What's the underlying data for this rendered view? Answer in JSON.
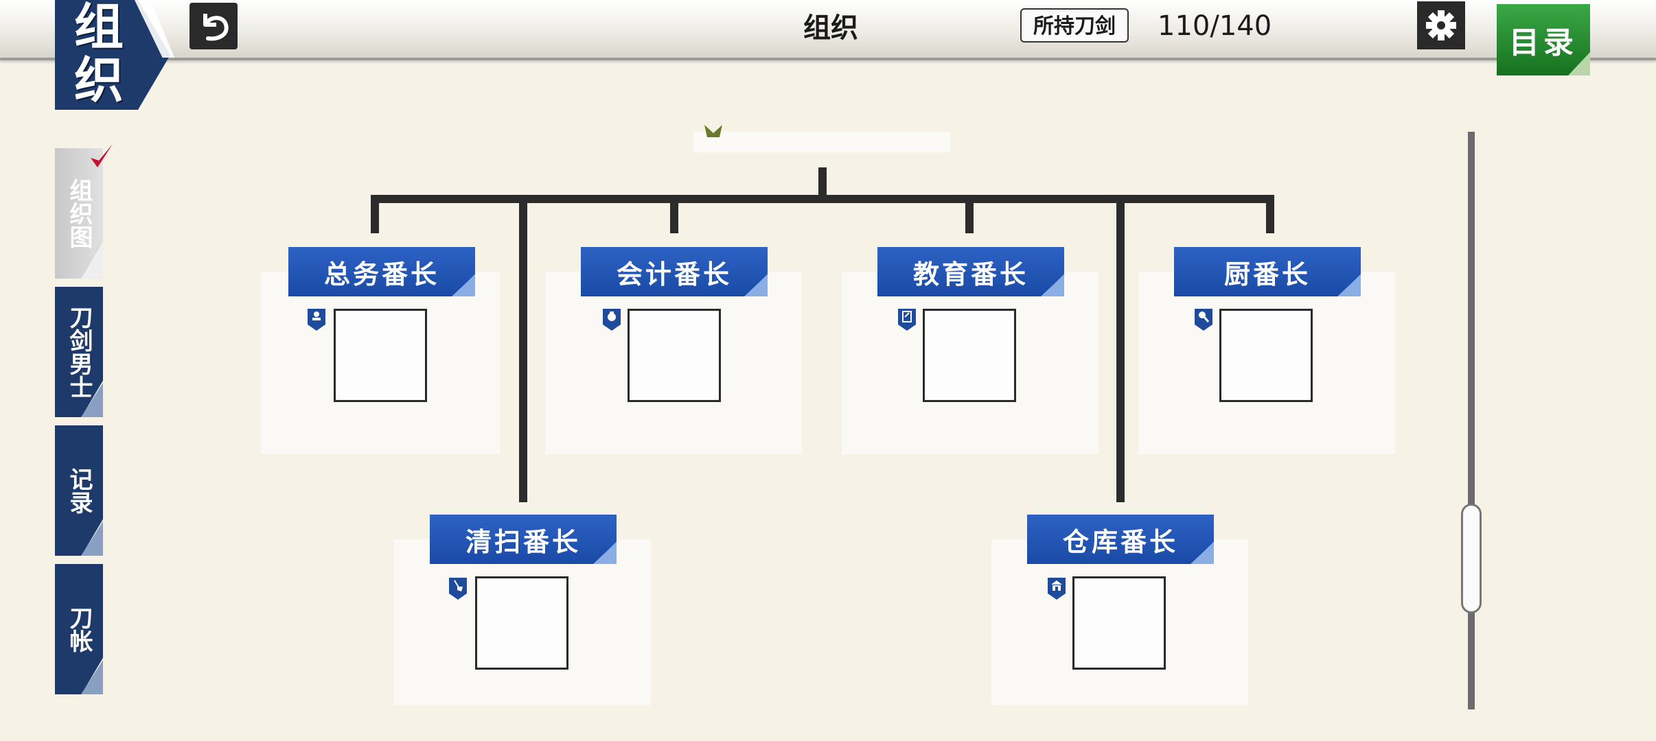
{
  "header": {
    "page_badge": "组织",
    "title": "组织",
    "held_label": "所持刀剑",
    "held_count": "110/140",
    "menu_label": "目录",
    "back_icon": "undo-arrow-icon",
    "settings_icon": "gear-icon"
  },
  "sidebar": {
    "tabs": [
      {
        "label": "组织图",
        "active": true
      },
      {
        "label": "刀剑男士",
        "active": false
      },
      {
        "label": "记录",
        "active": false
      },
      {
        "label": "刀帐",
        "active": false
      }
    ]
  },
  "org_chart": {
    "roles": [
      {
        "label": "总务番长",
        "icon": "stamp-icon"
      },
      {
        "label": "会计番长",
        "icon": "money-bag-icon"
      },
      {
        "label": "教育番长",
        "icon": "notebook-icon"
      },
      {
        "label": "厨番长",
        "icon": "ladle-icon"
      },
      {
        "label": "清扫番长",
        "icon": "broom-icon"
      },
      {
        "label": "仓库番长",
        "icon": "storehouse-icon"
      }
    ]
  },
  "colors": {
    "navy": "#1d3a6a",
    "role_blue": "#1f52b0",
    "menu_green": "#2a8d34",
    "background": "#f6f2e6"
  }
}
